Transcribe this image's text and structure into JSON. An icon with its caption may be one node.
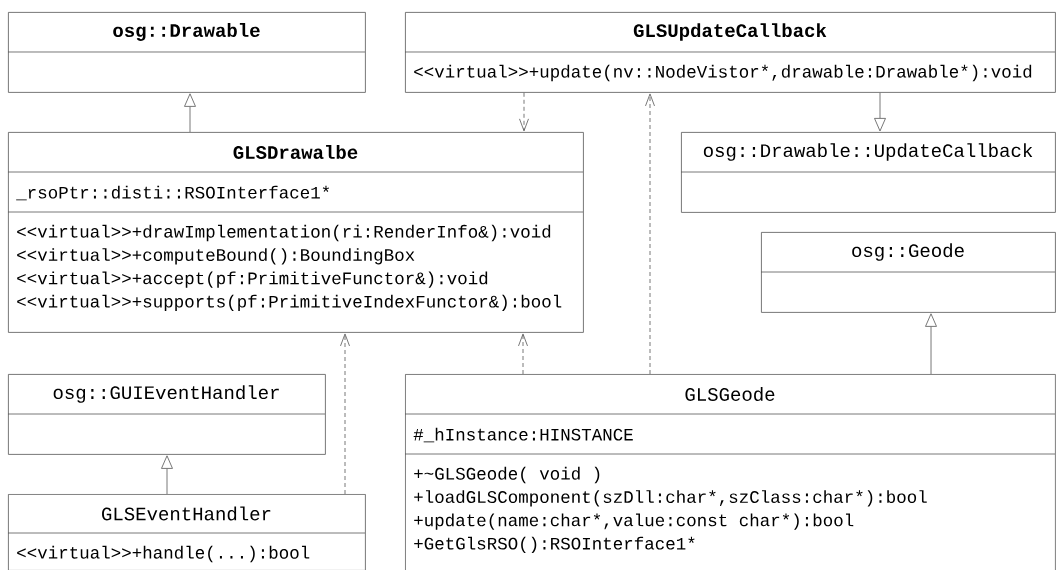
{
  "diagram": {
    "nodes": [
      {
        "text": [
          "osg::Drawable"
        ]
      },
      {
        "text": [
          "GLSUpdateCallback",
          "<<virtual>>+update(nv::NodeVistor*,drawable:Drawable*):void"
        ]
      },
      {
        "text": [
          "GLSDrawalbe",
          "_rsoPtr::disti::RSOInterface1*",
          "<<virtual>>+drawImplementation(ri:RenderInfo&):void",
          "<<virtual>>+computeBound():BoundingBox",
          "<<virtual>>+accept(pf:PrimitiveFunctor&):void",
          "<<virtual>>+supports(pf:PrimitiveIndexFunctor&):bool"
        ]
      },
      {
        "text": [
          "osg::Drawable::UpdateCallback"
        ]
      },
      {
        "text": [
          "osg::Geode"
        ]
      },
      {
        "text": [
          "osg::GUIEventHandler"
        ]
      },
      {
        "text": [
          "GLSGeode",
          "#_hInstance:HINSTANCE",
          "+~GLSGeode( void )",
          "+loadGLSComponent(szDll:char*,szClass:char*):bool",
          "+update(name:char*,value:const char*):bool",
          "+GetGlsRSO():RSOInterface1*"
        ]
      },
      {
        "text": [
          "GLSEventHandler",
          "<<virtual>>+handle(...):bool"
        ]
      }
    ],
    "edges": [
      {
        "from": 2,
        "to": 0,
        "arrow": "to"
      },
      {
        "from": 1,
        "to": 2,
        "arrow": "to",
        "style": "dashed"
      },
      {
        "from": 6,
        "to": 1,
        "arrow": "to",
        "style": "dashed"
      },
      {
        "from": 1,
        "to": 3,
        "arrow": "to"
      },
      {
        "from": 6,
        "to": 4,
        "arrow": "to"
      },
      {
        "from": 6,
        "to": 2,
        "arrow": "to",
        "style": "dashed"
      },
      {
        "from": 7,
        "to": 2,
        "arrow": "to",
        "style": "dashed"
      },
      {
        "from": 7,
        "to": 5,
        "arrow": "to"
      }
    ]
  }
}
